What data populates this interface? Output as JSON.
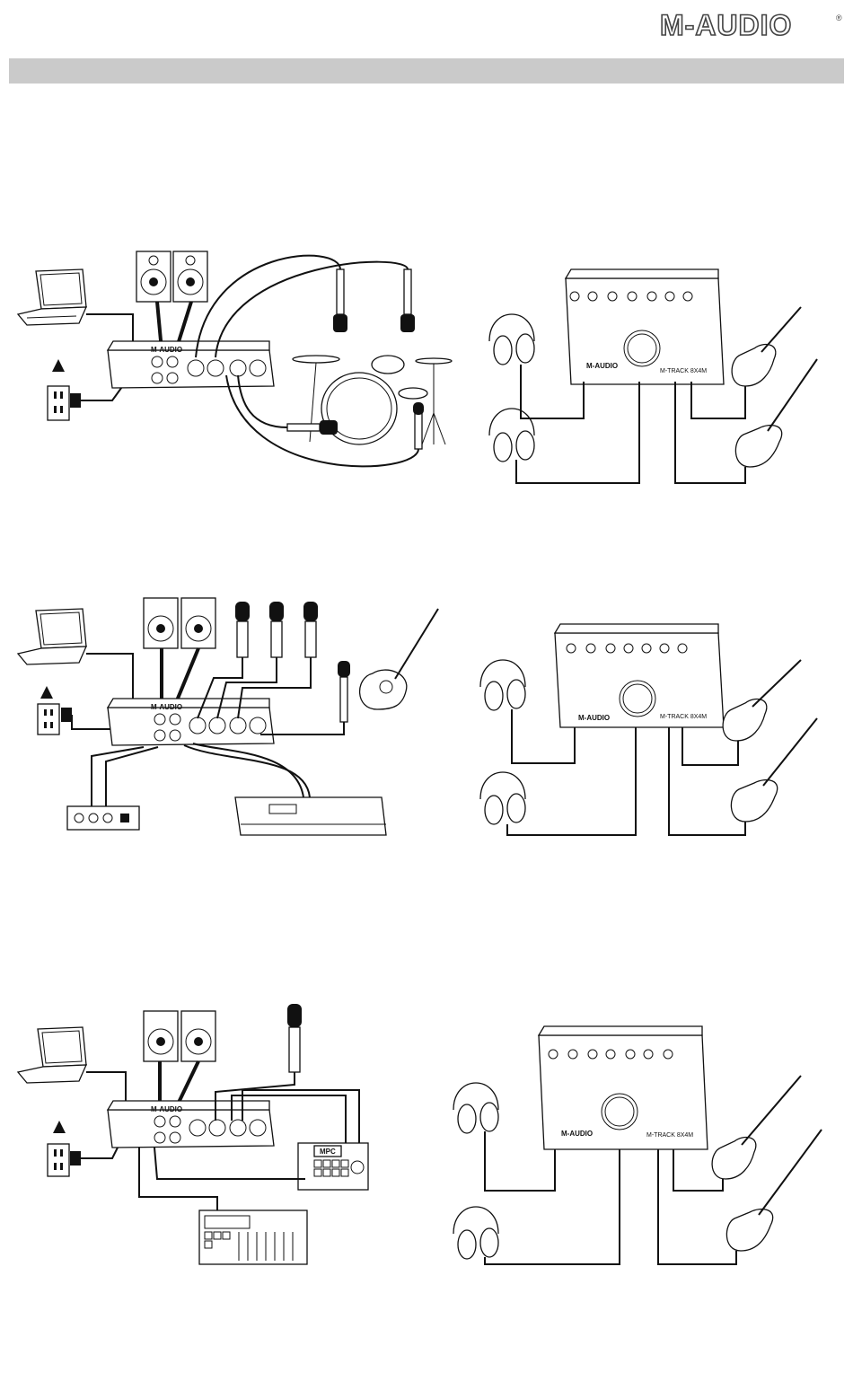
{
  "brand": {
    "logo_text": "M-AUDIO",
    "registered_mark": "®",
    "accent_color": "#cacaca"
  },
  "diagrams": [
    {
      "interface_label": "M-AUDIO",
      "interface_model": "M-TRACK 8X4M",
      "pad_label": "",
      "devices": [
        "laptop",
        "studio-monitors",
        "power-outlet",
        "drum-kit",
        "microphones",
        "headphones",
        "guitars"
      ]
    },
    {
      "interface_label": "M-AUDIO",
      "interface_model": "M-TRACK 8X4M",
      "pad_label": "",
      "devices": [
        "laptop",
        "studio-monitors",
        "power-outlet",
        "condenser-mics",
        "acoustic-guitar",
        "synthesizer",
        "headphones",
        "guitars"
      ]
    },
    {
      "interface_label": "M-AUDIO",
      "interface_model": "M-TRACK 8X4M",
      "pad_label": "MPC",
      "devices": [
        "laptop",
        "studio-monitors",
        "power-outlet",
        "microphone",
        "mpc",
        "midi-keyboard",
        "headphones",
        "guitars"
      ]
    }
  ],
  "icons": [
    "laptop-icon",
    "speaker-icon",
    "outlet-icon",
    "warning-icon",
    "headphones-icon",
    "guitar-icon",
    "microphone-icon",
    "drum-kit-icon",
    "keyboard-icon"
  ]
}
